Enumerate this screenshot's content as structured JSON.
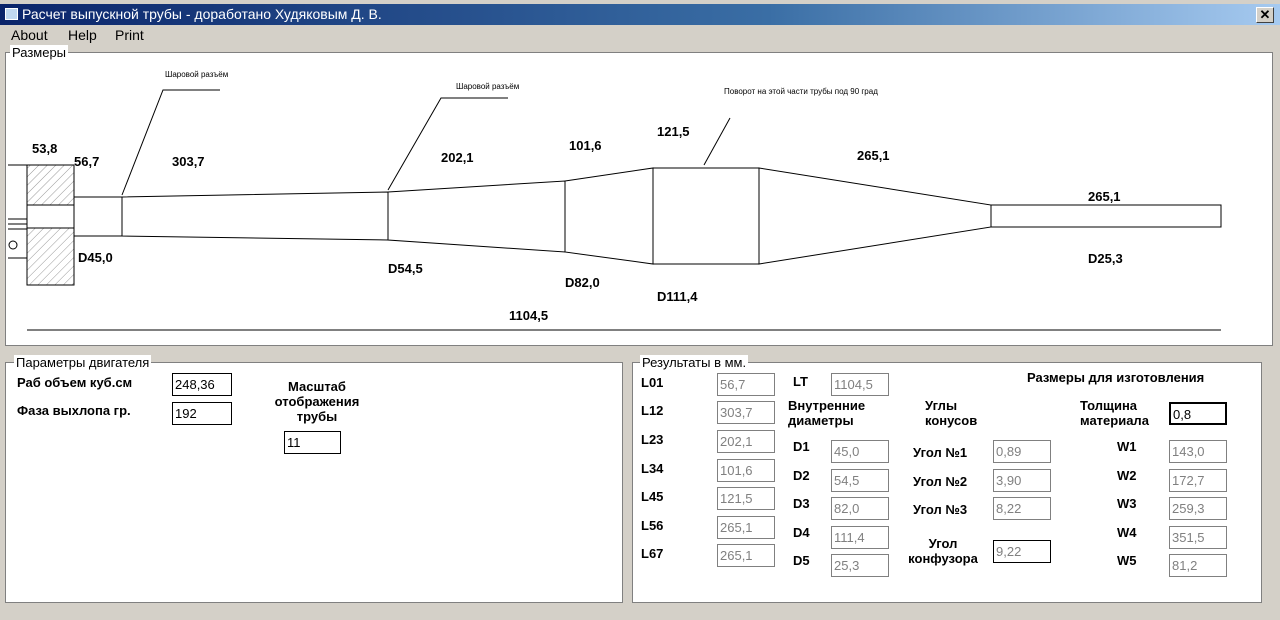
{
  "window": {
    "title": "Расчет выпускной трубы - доработано Худяковым Д. В.",
    "close": "✕"
  },
  "menu": [
    "About",
    "Help",
    "Print"
  ],
  "drawing": {
    "legend": "Размеры",
    "notes": {
      "joint1": "Шаровой разъём",
      "joint2": "Шаровой разъём",
      "turn": "Поворот на этой части трубы под 90 град"
    },
    "dims": {
      "flange": "53,8",
      "l01": "56,7",
      "l12": "303,7",
      "l23": "202,1",
      "l34": "101,6",
      "l45": "121,5",
      "l56": "265,1",
      "l67": "265,1",
      "d1": "D45,0",
      "d2": "D54,5",
      "d3": "D82,0",
      "d4": "D111,4",
      "d5": "D25,3",
      "total": "1104,5"
    }
  },
  "engine": {
    "legend": "Параметры двигателя",
    "volume_label": "Раб объем куб.см",
    "volume": "248,36",
    "phase_label": "Фаза выхлопа гр.",
    "phase": "192",
    "scale_label": "Масштаб отображения трубы",
    "scale": "11"
  },
  "results": {
    "legend": "Результаты в мм.",
    "lengths": [
      {
        "label": "L01",
        "value": "56,7"
      },
      {
        "label": "L12",
        "value": "303,7"
      },
      {
        "label": "L23",
        "value": "202,1"
      },
      {
        "label": "L34",
        "value": "101,6"
      },
      {
        "label": "L45",
        "value": "121,5"
      },
      {
        "label": "L56",
        "value": "265,1"
      },
      {
        "label": "L67",
        "value": "265,1"
      }
    ],
    "lt_label": "LT",
    "lt": "1104,5",
    "diam_header": "Внутренние диаметры",
    "diameters": [
      {
        "label": "D1",
        "value": "45,0"
      },
      {
        "label": "D2",
        "value": "54,5"
      },
      {
        "label": "D3",
        "value": "82,0"
      },
      {
        "label": "D4",
        "value": "111,4"
      },
      {
        "label": "D5",
        "value": "25,3"
      }
    ],
    "angles_header": "Углы конусов",
    "angles": [
      {
        "label": "Угол №1",
        "value": "0,89"
      },
      {
        "label": "Угол №2",
        "value": "3,90"
      },
      {
        "label": "Угол №3",
        "value": "8,22"
      }
    ],
    "confuser_label": "Угол конфузора",
    "confuser": "9,22",
    "mfg_header": "Размеры для изготовления",
    "thickness_label": "Толщина материала",
    "thickness": "0,8",
    "widths": [
      {
        "label": "W1",
        "value": "143,0"
      },
      {
        "label": "W2",
        "value": "172,7"
      },
      {
        "label": "W3",
        "value": "259,3"
      },
      {
        "label": "W4",
        "value": "351,5"
      },
      {
        "label": "W5",
        "value": "81,2"
      }
    ]
  }
}
